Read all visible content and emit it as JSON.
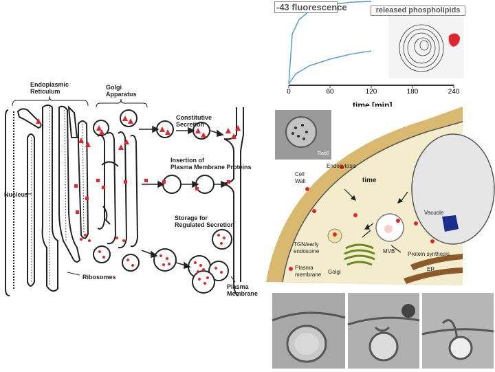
{
  "left": {
    "er_label": "Endoplasmic\nReticulum",
    "golgi_label": "Golgi\nApparatus",
    "constitutive": "Constitutive\nSecretion",
    "insertion": "Insertion of\nPlasma Membrane Proteins",
    "storage": "Storage for\nRegulated Secretion",
    "nucleus": "Nucleus",
    "ribosomes": "Ribosomes",
    "plasma": "Plasma\nMembrane"
  },
  "chart": {
    "title": "-43 fluorescence",
    "inset_label": "released phospholipids",
    "xlabel": "time [min]"
  },
  "chart_data": {
    "type": "line",
    "title": "",
    "xlabel": "time [min]",
    "ylabel": "",
    "xlim": [
      0,
      240
    ],
    "x_ticks": [
      0,
      60,
      120,
      180,
      240
    ],
    "series": [
      {
        "x": [
          0,
          5,
          15,
          30,
          60,
          90,
          120
        ],
        "y": [
          0,
          0.6,
          0.78,
          0.88,
          0.96,
          0.99,
          1.0
        ]
      },
      {
        "x": [
          0,
          10,
          30,
          60,
          90,
          120
        ],
        "y": [
          0,
          0.12,
          0.22,
          0.3,
          0.36,
          0.4
        ]
      }
    ]
  },
  "cell": {
    "em_label": "Rab5",
    "cell_wall": "Cell\nWall",
    "endocytosis": "Endocytosis",
    "time": "time",
    "vacuole": "Vacuole",
    "mvb": "MVB",
    "tgn": "TGN/early\nendosome",
    "golgi": "Golgi",
    "plasma": "Plasma\nmembrane",
    "protein_synth": "Protein synthesis",
    "er": "ER"
  },
  "colors": {
    "accent_red": "#e0262c",
    "cell_wall": "#d9b870",
    "cytoplasm": "#f3eccd",
    "vacuole": "#e6e6e6"
  }
}
